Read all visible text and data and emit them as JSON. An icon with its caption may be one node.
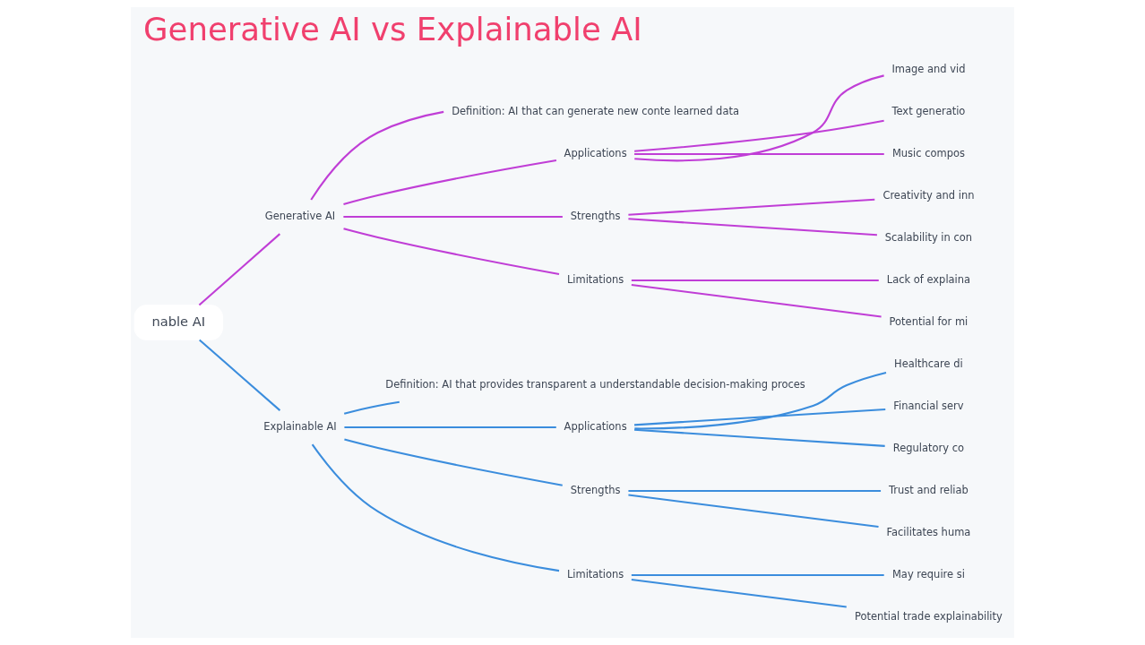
{
  "diagram": {
    "title": "Generative AI vs Explainable AI",
    "nodes": [
      {
        "text": [
          "nable AI"
        ]
      },
      {
        "text": [
          "Generative AI"
        ]
      },
      {
        "text": [
          "Definition: AI that can generate new conte learned data"
        ]
      },
      {
        "text": [
          "Applications"
        ]
      },
      {
        "text": [
          "Image and vid"
        ]
      },
      {
        "text": [
          "Text generatio"
        ]
      },
      {
        "text": [
          "Music compos"
        ]
      },
      {
        "text": [
          "Strengths"
        ]
      },
      {
        "text": [
          "Creativity and inn"
        ]
      },
      {
        "text": [
          "Scalability in con"
        ]
      },
      {
        "text": [
          "Limitations"
        ]
      },
      {
        "text": [
          "Lack of explaina"
        ]
      },
      {
        "text": [
          "Potential for mi"
        ]
      },
      {
        "text": [
          "Explainable AI"
        ]
      },
      {
        "text": [
          "Definition: AI that provides transparent a understandable decision-making proces"
        ]
      },
      {
        "text": [
          "Applications"
        ]
      },
      {
        "text": [
          "Healthcare di"
        ]
      },
      {
        "text": [
          "Financial serv"
        ]
      },
      {
        "text": [
          "Regulatory co"
        ]
      },
      {
        "text": [
          "Strengths"
        ]
      },
      {
        "text": [
          "Trust and reliab"
        ]
      },
      {
        "text": [
          "Facilitates huma"
        ]
      },
      {
        "text": [
          "Limitations"
        ]
      },
      {
        "text": [
          "May require si"
        ]
      },
      {
        "text": [
          "Potential trade explainability"
        ]
      }
    ],
    "edges": [
      {
        "from": 0,
        "to": 1,
        "arrow": "none",
        "color": "#c03ed6"
      },
      {
        "from": 1,
        "to": 2,
        "arrow": "none",
        "color": "#c03ed6"
      },
      {
        "from": 1,
        "to": 3,
        "arrow": "none",
        "color": "#c03ed6"
      },
      {
        "from": 3,
        "to": 4,
        "arrow": "none",
        "color": "#c03ed6"
      },
      {
        "from": 3,
        "to": 5,
        "arrow": "none",
        "color": "#c03ed6"
      },
      {
        "from": 3,
        "to": 6,
        "arrow": "none",
        "color": "#c03ed6"
      },
      {
        "from": 1,
        "to": 7,
        "arrow": "none",
        "color": "#c03ed6"
      },
      {
        "from": 7,
        "to": 8,
        "arrow": "none",
        "color": "#c03ed6"
      },
      {
        "from": 7,
        "to": 9,
        "arrow": "none",
        "color": "#c03ed6"
      },
      {
        "from": 1,
        "to": 10,
        "arrow": "none",
        "color": "#c03ed6"
      },
      {
        "from": 10,
        "to": 11,
        "arrow": "none",
        "color": "#c03ed6"
      },
      {
        "from": 10,
        "to": 12,
        "arrow": "none",
        "color": "#c03ed6"
      },
      {
        "from": 0,
        "to": 13,
        "arrow": "none",
        "color": "#3b8ddd"
      },
      {
        "from": 13,
        "to": 14,
        "arrow": "none",
        "color": "#3b8ddd"
      },
      {
        "from": 13,
        "to": 15,
        "arrow": "none",
        "color": "#3b8ddd"
      },
      {
        "from": 15,
        "to": 16,
        "arrow": "none",
        "color": "#3b8ddd"
      },
      {
        "from": 15,
        "to": 17,
        "arrow": "none",
        "color": "#3b8ddd"
      },
      {
        "from": 15,
        "to": 18,
        "arrow": "none",
        "color": "#3b8ddd"
      },
      {
        "from": 13,
        "to": 19,
        "arrow": "none",
        "color": "#3b8ddd"
      },
      {
        "from": 19,
        "to": 20,
        "arrow": "none",
        "color": "#3b8ddd"
      },
      {
        "from": 19,
        "to": 21,
        "arrow": "none",
        "color": "#3b8ddd"
      },
      {
        "from": 13,
        "to": 22,
        "arrow": "none",
        "color": "#3b8ddd"
      },
      {
        "from": 22,
        "to": 23,
        "arrow": "none",
        "color": "#3b8ddd"
      },
      {
        "from": 22,
        "to": 24,
        "arrow": "none",
        "color": "#3b8ddd"
      }
    ]
  }
}
